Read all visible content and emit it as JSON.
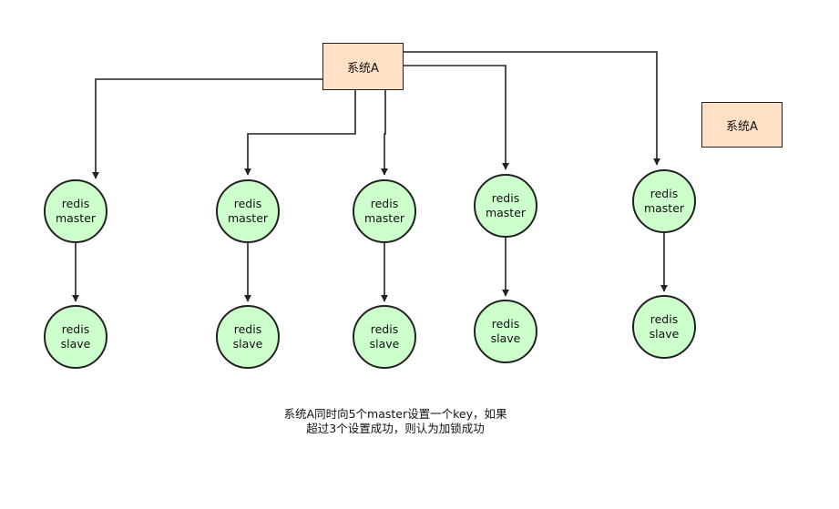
{
  "diagram": {
    "source_box": {
      "label": "系统A"
    },
    "side_box": {
      "label": "系统A"
    },
    "masters": [
      {
        "line1": "redis",
        "line2": "master"
      },
      {
        "line1": "redis",
        "line2": "master"
      },
      {
        "line1": "redis",
        "line2": "master"
      },
      {
        "line1": "redis",
        "line2": "master"
      },
      {
        "line1": "redis",
        "line2": "master"
      }
    ],
    "slaves": [
      {
        "line1": "redis",
        "line2": "slave"
      },
      {
        "line1": "redis",
        "line2": "slave"
      },
      {
        "line1": "redis",
        "line2": "slave"
      },
      {
        "line1": "redis",
        "line2": "slave"
      },
      {
        "line1": "redis",
        "line2": "slave"
      }
    ],
    "caption": {
      "line1": "系统A同时向5个master设置一个key，如果",
      "line2": "超过3个设置成功，则认为加锁成功"
    },
    "colors": {
      "box_fill": "#ffe1c8",
      "node_fill": "#ccffcc",
      "stroke": "#222222"
    }
  }
}
